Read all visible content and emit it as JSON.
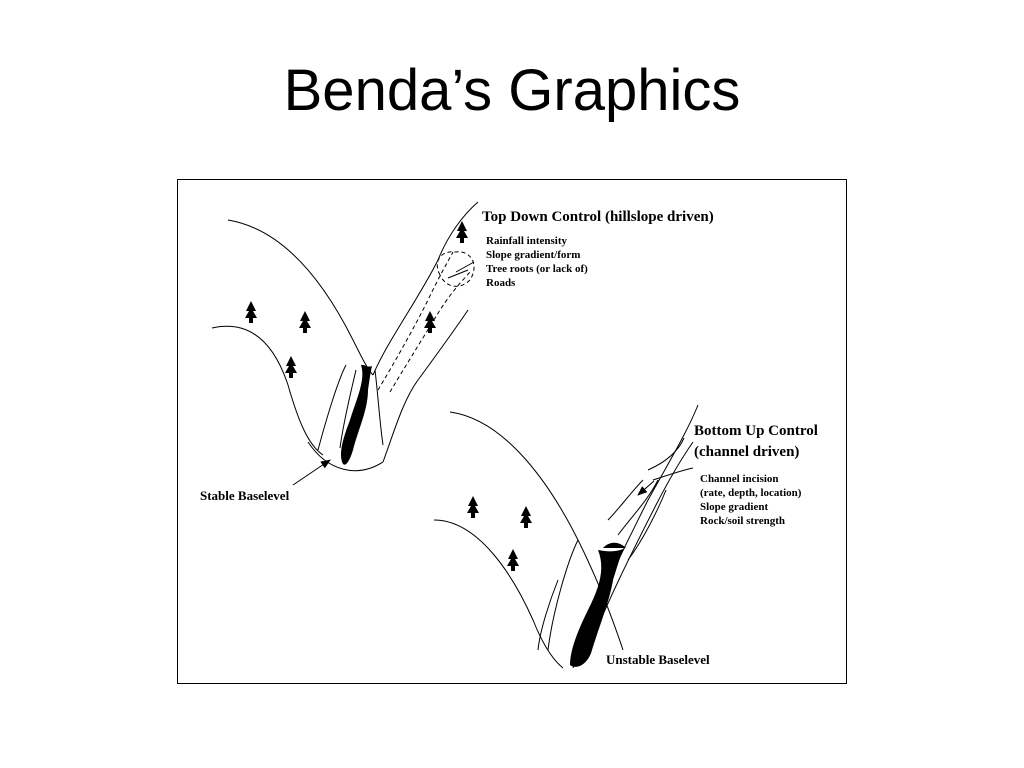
{
  "slide": {
    "title": "Benda’s Graphics"
  },
  "diagram": {
    "top_down": {
      "heading": "Top Down Control (hillslope driven)",
      "items": [
        "Rainfall intensity",
        "Slope gradient/form",
        "Tree roots (or lack of)",
        "Roads"
      ]
    },
    "bottom_up": {
      "heading_line1": "Bottom Up Control",
      "heading_line2": "(channel driven)",
      "items": [
        "Channel incision",
        "(rate, depth, location)",
        "Slope gradient",
        "Rock/soil strength"
      ]
    },
    "stable_label": "Stable Baselevel",
    "unstable_label": "Unstable Baselevel",
    "icons": [
      "tree-icon",
      "arrow-icon"
    ],
    "colors": {
      "ink": "#000000",
      "background": "#ffffff"
    }
  }
}
